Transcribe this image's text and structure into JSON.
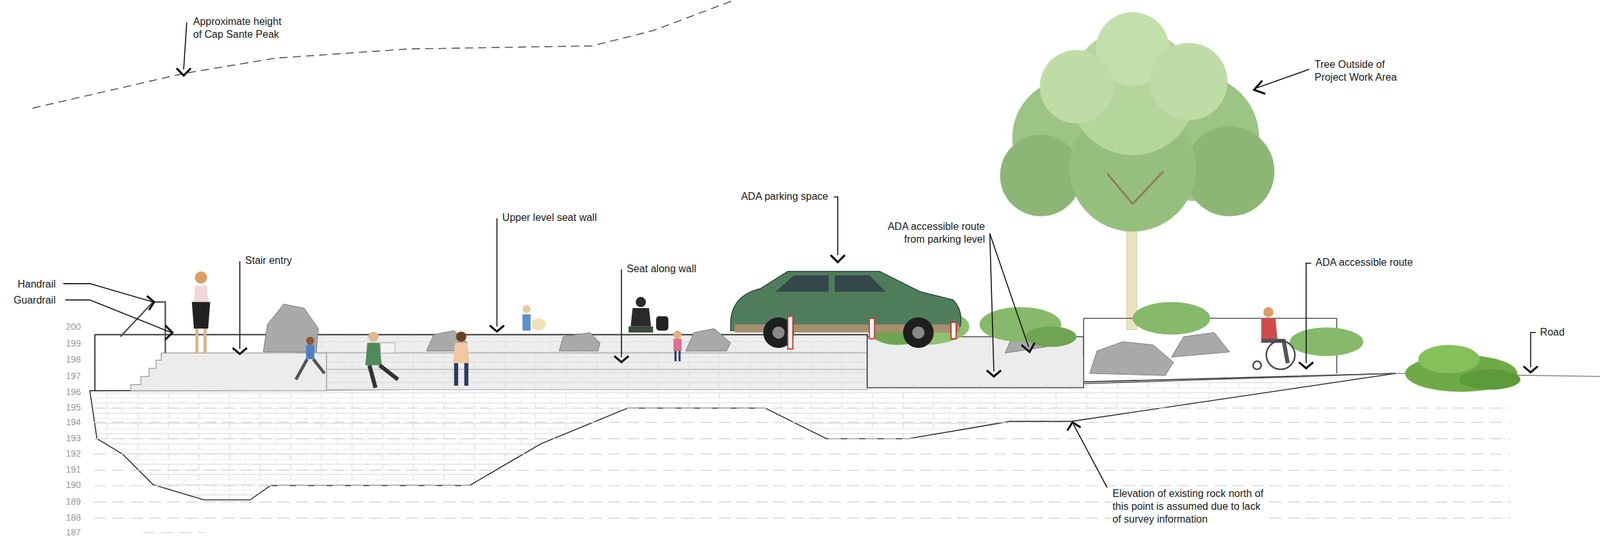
{
  "diagram": {
    "labels": [
      "Approximate height of Cap Sante Peak",
      "Tree Outside of Project Work Area",
      "ADA parking space",
      "Upper level seat wall",
      "Stair entry",
      "Seat along wall",
      "ADA accessible route from parking level",
      "ADA accessible route",
      "Handrail",
      "Guardrail",
      "Road",
      "Elevation of existing rock north of this point is assumed due to lack of survey information",
      "200",
      "199",
      "198",
      "197",
      "196",
      "195",
      "194",
      "193",
      "192",
      "191",
      "190",
      "189",
      "188",
      "187"
    ]
  }
}
